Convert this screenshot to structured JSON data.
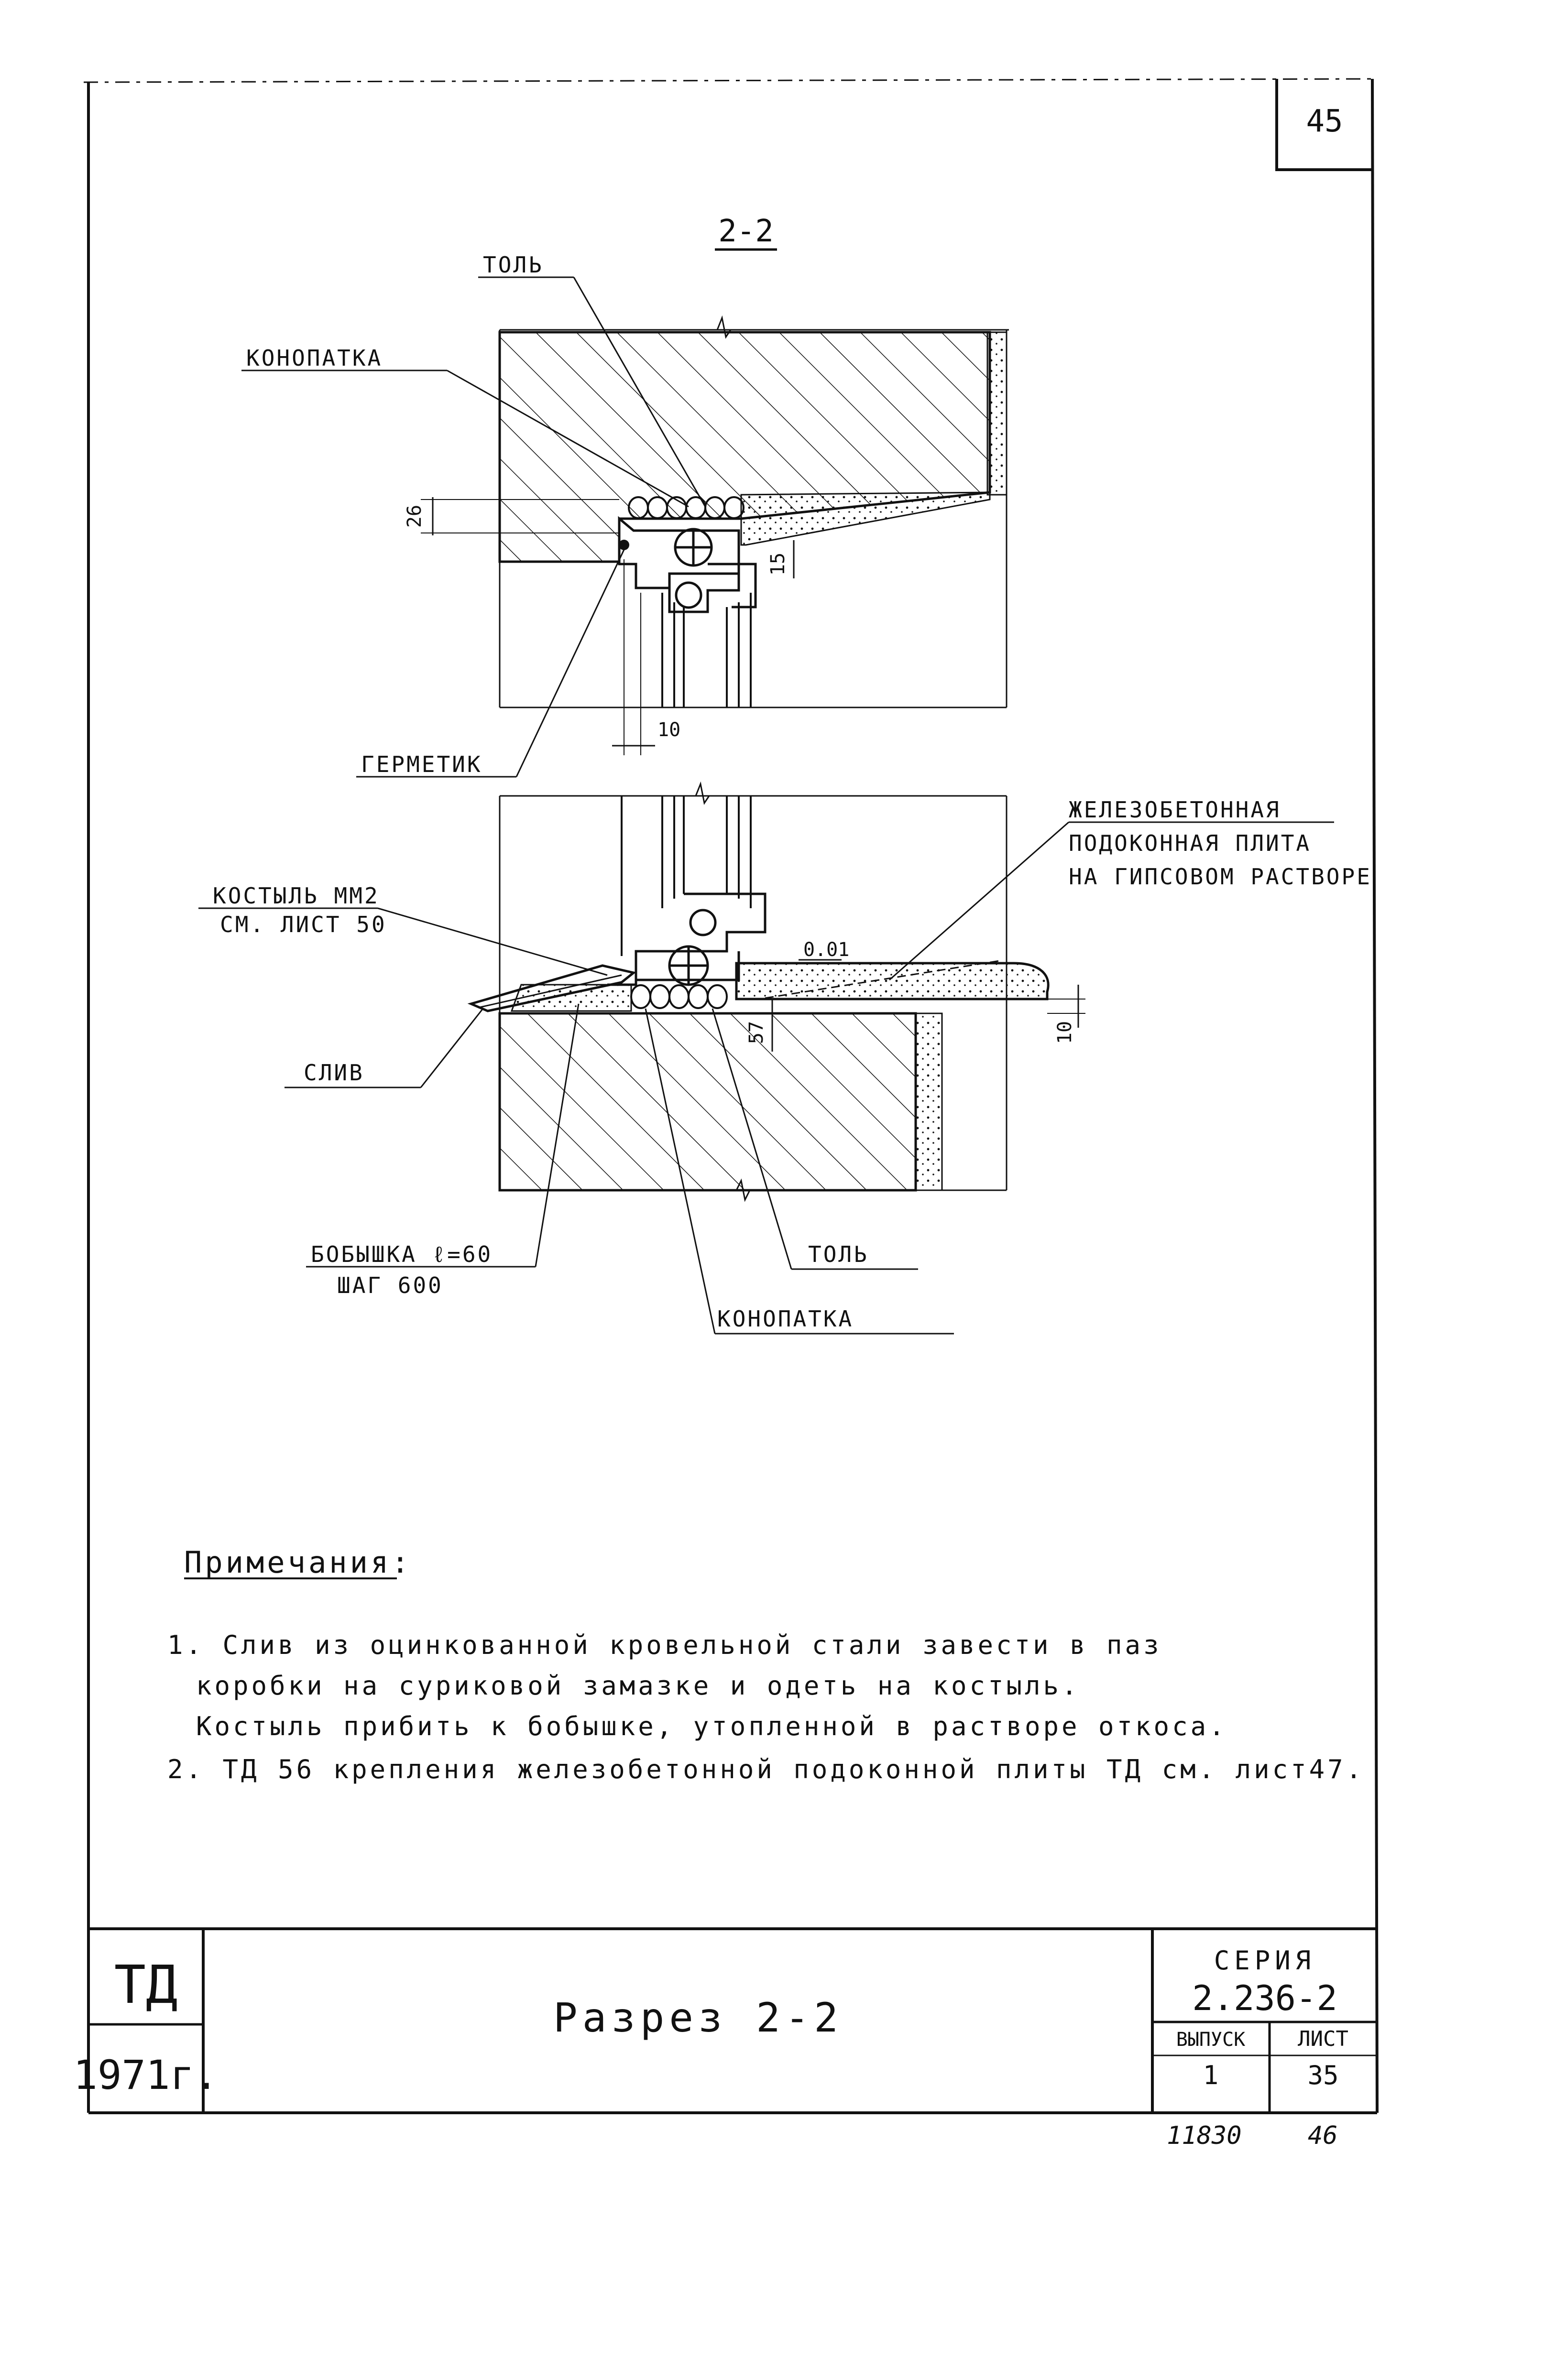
{
  "sheet_number": "45",
  "section_title": "2-2",
  "labels": {
    "tol_top": "ТОЛЬ",
    "konopatka_top": "КОНОПАТКА",
    "germetik": "ГЕРМЕТИК",
    "kostyl_line1": "КОСТЫЛЬ ММ2",
    "kostyl_line2": "СМ. ЛИСТ 50",
    "sliv": "СЛИВ",
    "plate_line1": "ЖЕЛЕЗОБЕТОННАЯ",
    "plate_line2": "ПОДОКОННАЯ ПЛИТА",
    "plate_line3": "НА ГИПСОВОМ РАСТВОРЕ",
    "bobyshka_line1": "БОБЫШКА ℓ=60",
    "bobyshka_line2": "ШАГ 600",
    "tol_bottom": "ТОЛЬ",
    "konopatka_bottom": "КОНОПАТКА"
  },
  "dimensions": {
    "d26": "26",
    "d15": "15",
    "d10_top": "10",
    "slope": "0.01",
    "d57": "57",
    "d10_right": "10"
  },
  "notes": {
    "heading": "Примечания:",
    "lines": [
      "1. Слив из оцинкованной кровельной стали завести в паз",
      "коробки на суриковой замазке и одеть на костыль.",
      "Костыль прибить к бобышке, утопленной в растворе откоса.",
      "2. ТД 56 крепления железобетонной подоконной плиты ТД см. лист47."
    ]
  },
  "title_block": {
    "org": "ТД",
    "year": "1971г.",
    "title": "Разрез 2-2",
    "series_label": "СЕРИЯ",
    "series_value": "2.236-2",
    "issue_label": "ВЫПУСК",
    "issue_value": "1",
    "sheet_label": "ЛИСТ",
    "sheet_value": "35"
  },
  "handwritten": {
    "code": "11830",
    "num": "46"
  }
}
